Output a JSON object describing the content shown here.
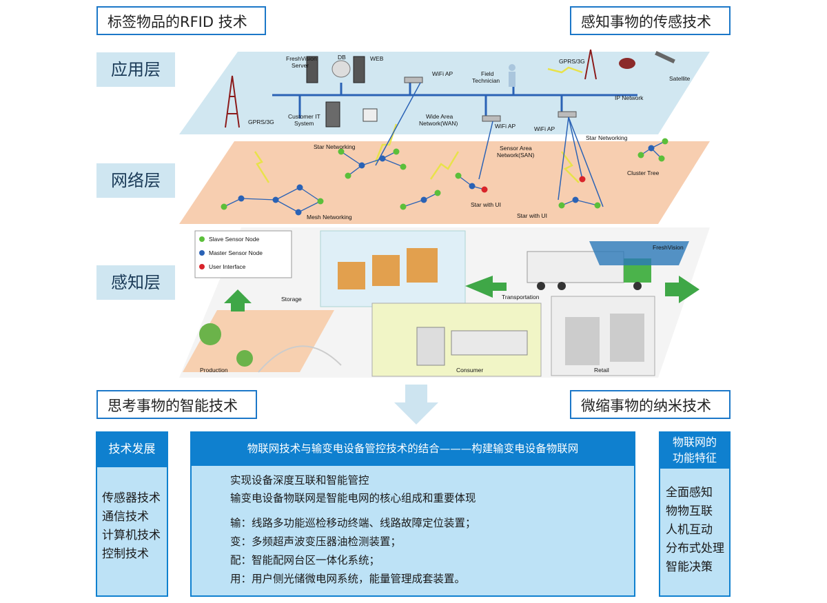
{
  "corners": {
    "top_left": "标签物品的RFID 技术",
    "top_right": "感知事物的传感技术",
    "bottom_left": "思考事物的智能技术",
    "bottom_right": "微缩事物的纳米技术"
  },
  "layers": [
    "应用层",
    "网络层",
    "感知层"
  ],
  "diagram_labels": {
    "freshvision_server": [
      "FreshVision",
      "Server"
    ],
    "db": "DB",
    "web": "WEB",
    "wifi_ap": "WiFi AP",
    "field_technician": [
      "Field",
      "Technician"
    ],
    "gprs_3g": "GPRS/3G",
    "satellite": "Satellite",
    "ip_network": "IP Network",
    "customer_it_system": [
      "Customer IT",
      "System"
    ],
    "wan": [
      "Wide Area",
      "Network(WAN)"
    ],
    "star_networking": "Star Networking",
    "san": [
      "Sensor Area",
      "Network(SAN)"
    ],
    "cluster_tree": "Cluster Tree",
    "star_with_ui": "Star with UI",
    "mesh_networking": "Mesh Networking",
    "freshvision": "FreshVision",
    "storage": "Storage",
    "transportation": "Transportation",
    "production": "Production",
    "consumer": "Consumer",
    "retail": "Retail"
  },
  "legend": {
    "slave": "Slave Sensor Node",
    "master": "Master Sensor Node",
    "ui": "User Interface"
  },
  "colors": {
    "app_layer": "#c9e3ef",
    "net_layer": "#f6c9a7",
    "node_green": "#5bbf3a",
    "node_blue": "#2a62b5",
    "node_red": "#d8232a",
    "panel_head": "#0f80cf",
    "panel_body": "#bde2f6"
  },
  "panels": {
    "left": {
      "header": "技术发展",
      "items": [
        "传感器技术",
        "通信技术",
        "计算机技术",
        "控制技术"
      ]
    },
    "center": {
      "header": "物联网技术与输变电设备管控技术的结合———构建输变电设备物联网",
      "intro": [
        "实现设备深度互联和智能管控",
        "输变电设备物联网是智能电网的核心组成和重要体现"
      ],
      "items": [
        "输：线路多功能巡检移动终端、线路故障定位装置；",
        "变：多频超声波变压器油检测装置；",
        "配：智能配网台区一体化系统；",
        "用：用户侧光储微电网系统，能量管理成套装置。"
      ]
    },
    "right": {
      "header": [
        "物联网的",
        "功能特征"
      ],
      "items": [
        "全面感知",
        "物物互联",
        "人机互动",
        "分布式处理",
        "智能决策"
      ]
    }
  }
}
